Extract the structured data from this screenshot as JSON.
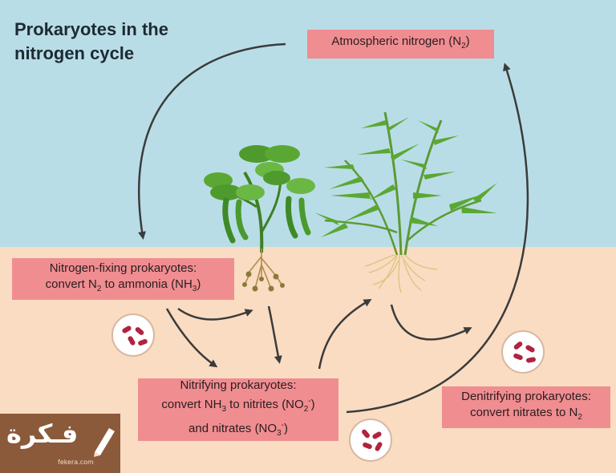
{
  "title": {
    "line1": "Prokaryotes in the",
    "line2": "nitrogen cycle"
  },
  "atmospheric": {
    "text": "Atmospheric nitrogen (N",
    "sub": "2",
    "end": ")"
  },
  "fixing": {
    "line1": "Nitrogen-fixing prokaryotes:",
    "pre": "convert N",
    "sub1": "2",
    "mid": " to ammonia (NH",
    "sub2": "3",
    "end": ")"
  },
  "nitrifying": {
    "line1": "Nitrifying prokaryotes:",
    "pre": "convert NH",
    "sub1": "3",
    "mid": " to nitrites (NO",
    "sub2": "2",
    "sup2": "-",
    "end": ")",
    "line3pre": "and nitrates (NO",
    "sub3": "3",
    "sup3": "-",
    "line3end": ")"
  },
  "denitrifying": {
    "line1": "Denitrifying prokaryotes:",
    "pre": "convert nitrates to N",
    "sub": "2"
  },
  "logo": {
    "text": "فـكرة",
    "sub": "fekera.com"
  },
  "colors": {
    "sky": "#b9dde6",
    "soil": "#f9dcc2",
    "box": "#f08d91",
    "arrow": "#3b3b3b",
    "leaf": "#4f9a2d",
    "bacteria": "#b1233f"
  }
}
